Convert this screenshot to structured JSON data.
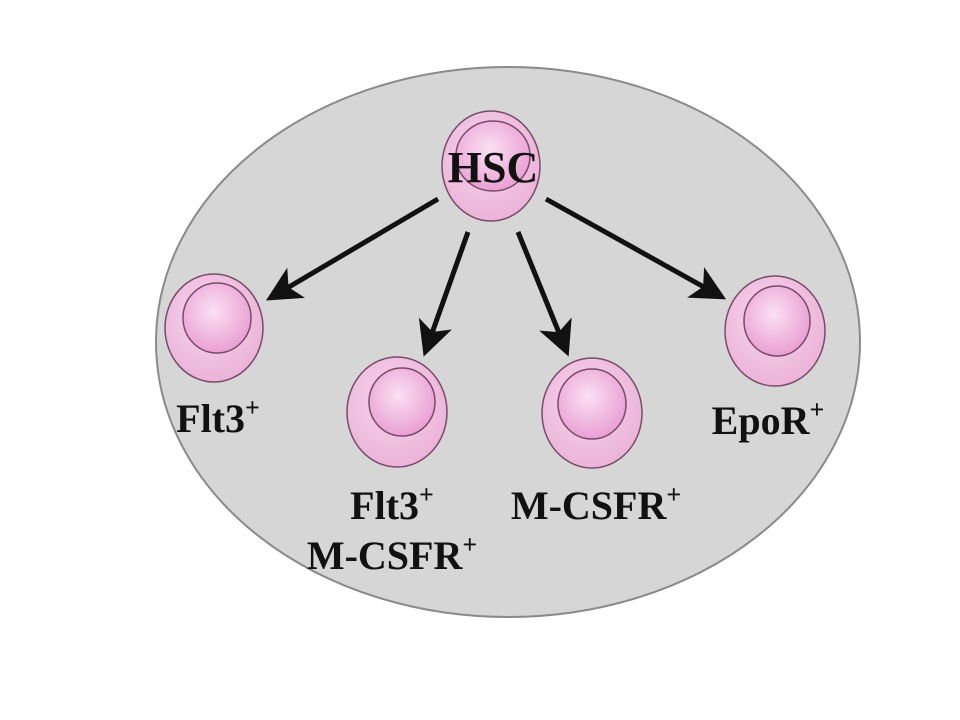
{
  "diagram": {
    "root": {
      "id": "hsc",
      "label": "HSC"
    },
    "children": [
      {
        "id": "flt3",
        "lines": [
          {
            "text": "Flt3",
            "sup": "+"
          }
        ]
      },
      {
        "id": "flt3-mcsfr",
        "lines": [
          {
            "text": "Flt3",
            "sup": "+"
          },
          {
            "text": "M-CSFR",
            "sup": "+"
          }
        ]
      },
      {
        "id": "mcsfr",
        "lines": [
          {
            "text": "M-CSFR",
            "sup": "+"
          }
        ]
      },
      {
        "id": "epor",
        "lines": [
          {
            "text": "EpoR",
            "sup": "+"
          }
        ]
      }
    ],
    "edges": [
      {
        "from": "hsc",
        "to": "flt3"
      },
      {
        "from": "hsc",
        "to": "flt3-mcsfr"
      },
      {
        "from": "hsc",
        "to": "mcsfr"
      },
      {
        "from": "hsc",
        "to": "epor"
      }
    ],
    "colors": {
      "background_oval": "#d6d6d6",
      "oval_stroke": "#8a8a8a",
      "cell_outer": "#f0bfe0",
      "cell_inner": "#eeaee0",
      "cell_stroke": "#7a4a6a",
      "arrow": "#111111"
    }
  }
}
